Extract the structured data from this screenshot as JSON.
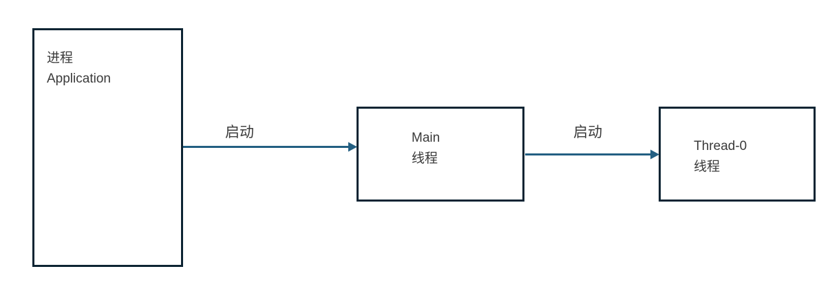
{
  "diagram": {
    "title": "process-thread-startup-diagram",
    "boxes": [
      {
        "id": "process",
        "lines": [
          "进程",
          "Application"
        ]
      },
      {
        "id": "main-thread",
        "lines": [
          "Main",
          "线程"
        ]
      },
      {
        "id": "thread-0",
        "lines": [
          "Thread-0",
          "线程"
        ]
      }
    ],
    "arrows": [
      {
        "label": "启动",
        "from": "process",
        "to": "main-thread"
      },
      {
        "label": "启动",
        "from": "main-thread",
        "to": "thread-0"
      }
    ],
    "colors": {
      "box_border": "#0d2433",
      "arrow": "#235f82",
      "text": "#3a3a3a",
      "background": "#ffffff"
    }
  }
}
